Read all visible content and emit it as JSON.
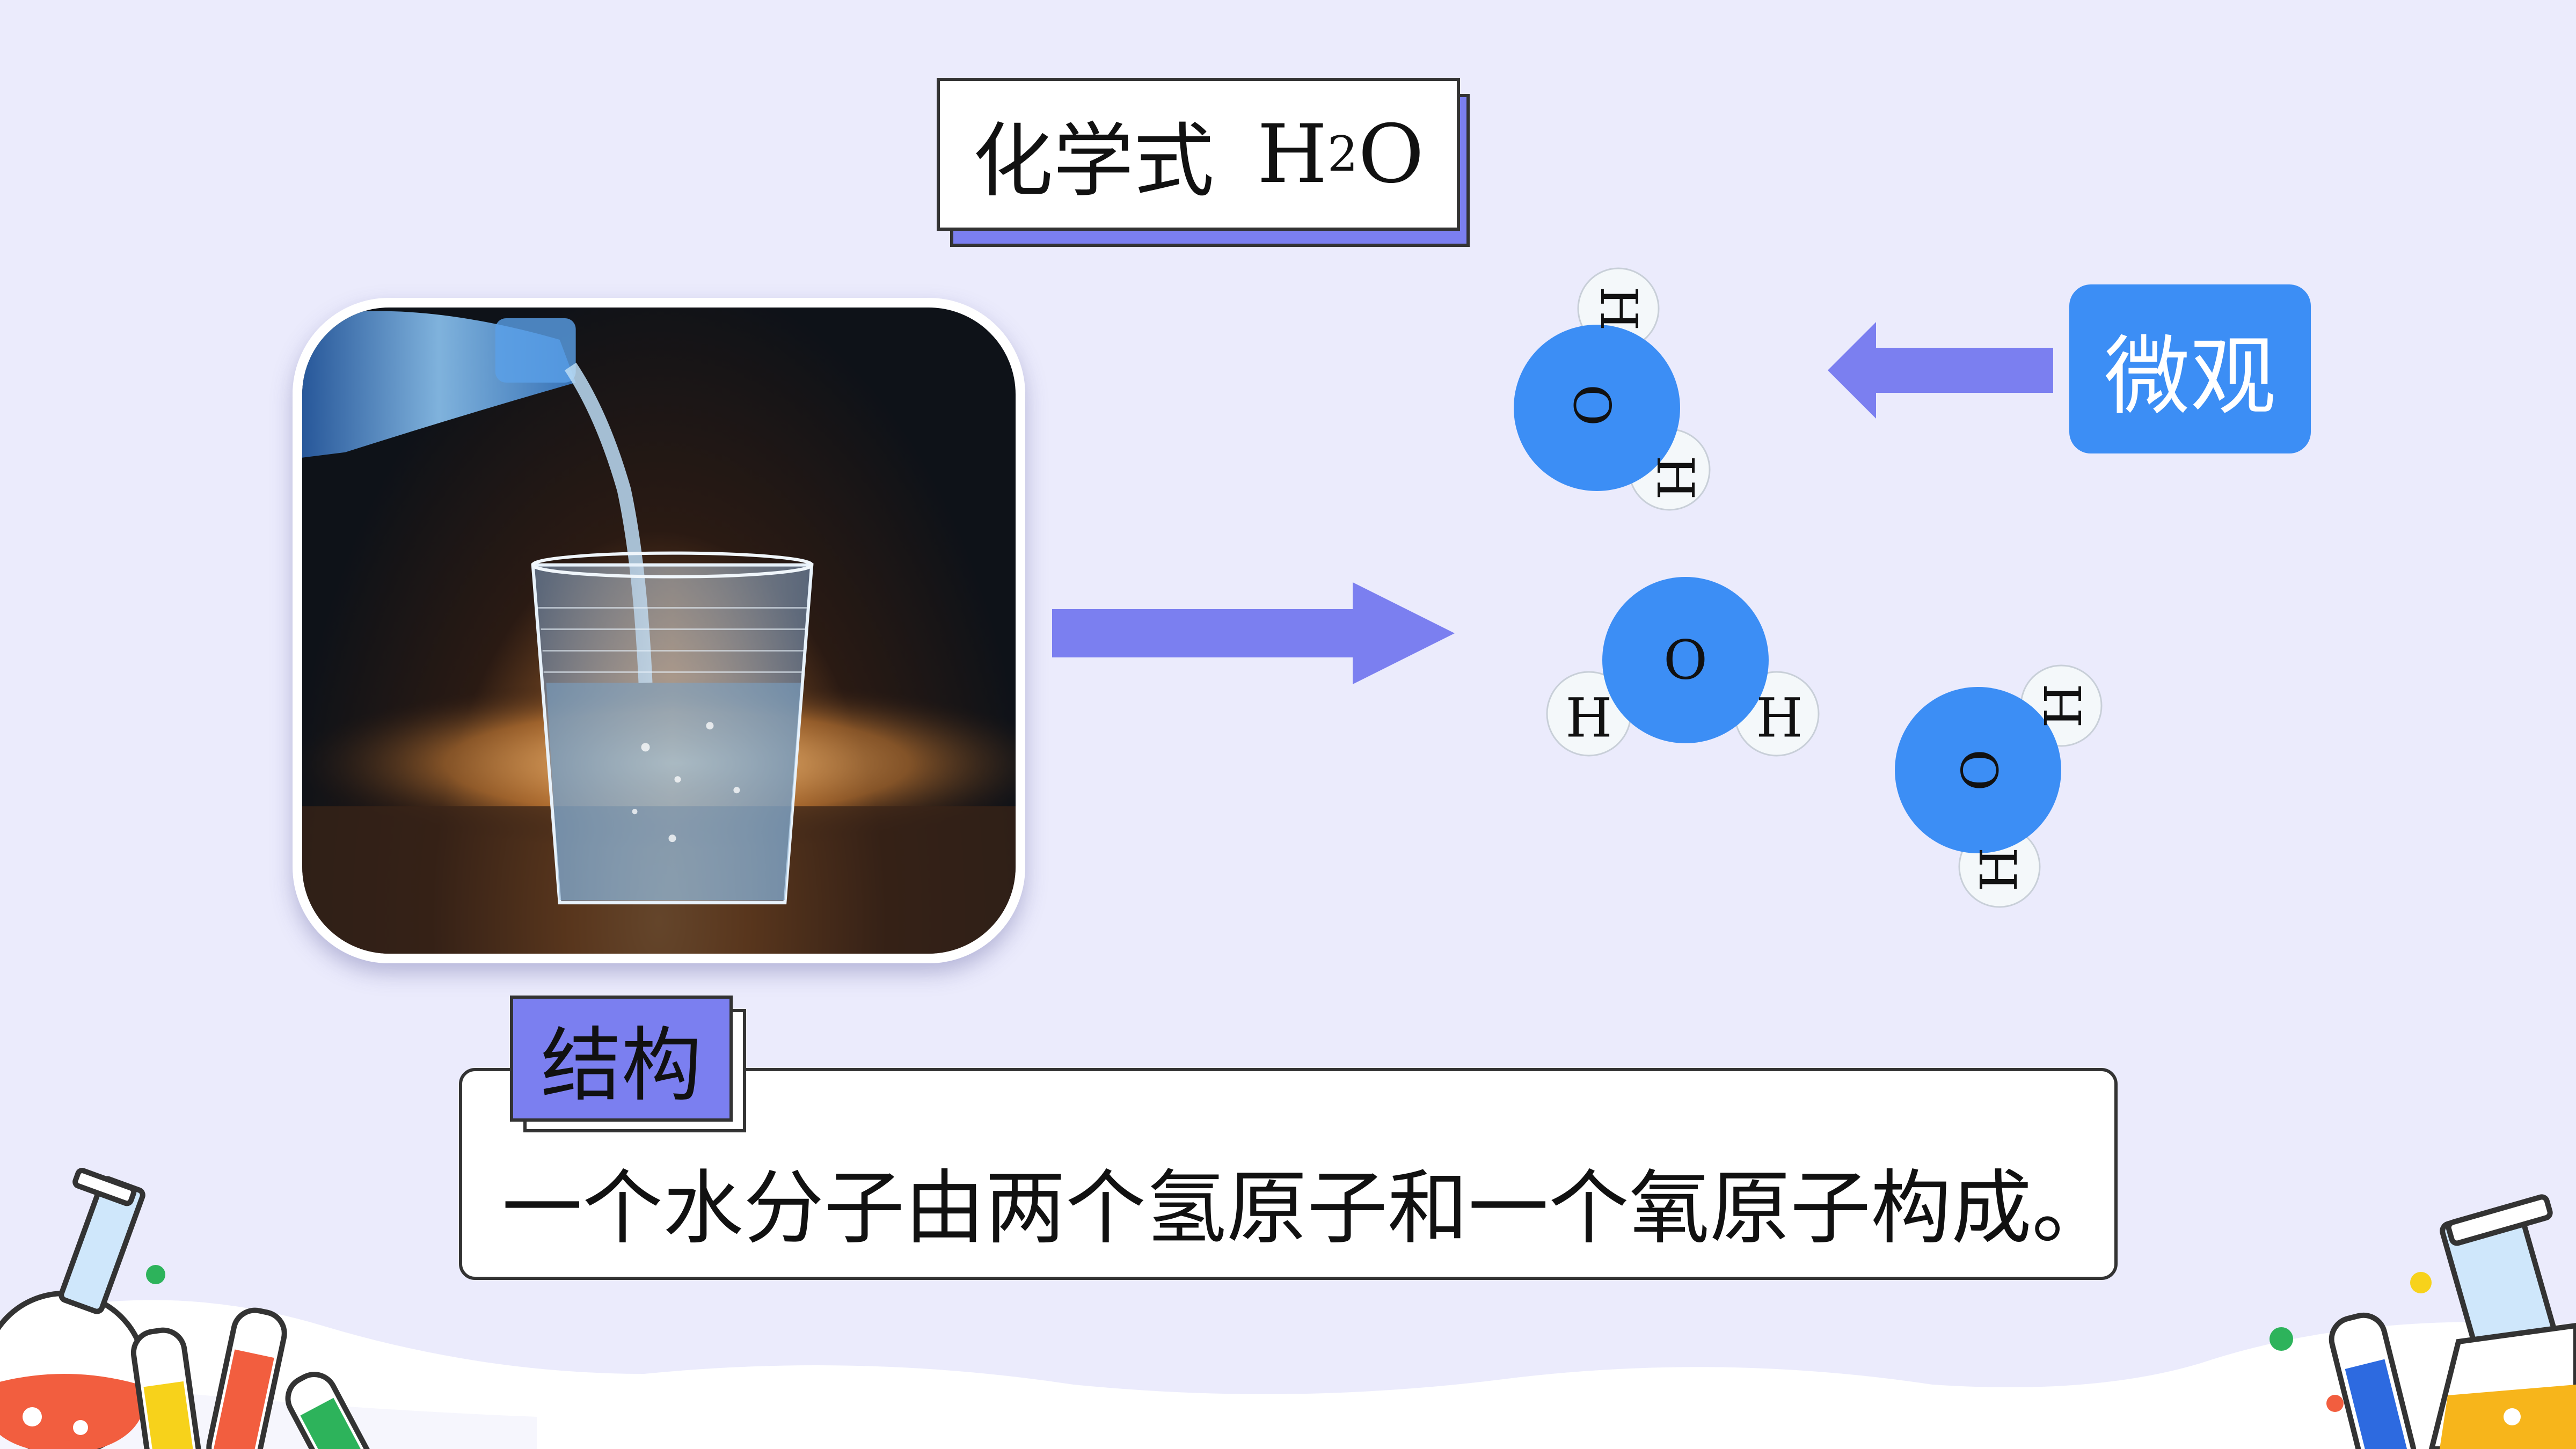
{
  "title": {
    "prefix": "化学式",
    "formula_main": "H",
    "formula_sub": "2",
    "formula_end": "O"
  },
  "micro_button": {
    "label": "微观"
  },
  "molecules": [
    {
      "oxygen": "O",
      "hydrogen_a": "H",
      "hydrogen_b": "H"
    },
    {
      "oxygen": "O",
      "hydrogen_a": "H",
      "hydrogen_b": "H"
    },
    {
      "oxygen": "O",
      "hydrogen_a": "H",
      "hydrogen_b": "H"
    }
  ],
  "structure": {
    "label": "结构",
    "description": "一个水分子由两个氢原子和一个氧原子构成。"
  },
  "colors": {
    "background": "#ebebfc",
    "accent_purple": "#7b7ff0",
    "oxygen_blue": "#3c8ef5",
    "hydrogen_white": "#f4f8fa"
  }
}
